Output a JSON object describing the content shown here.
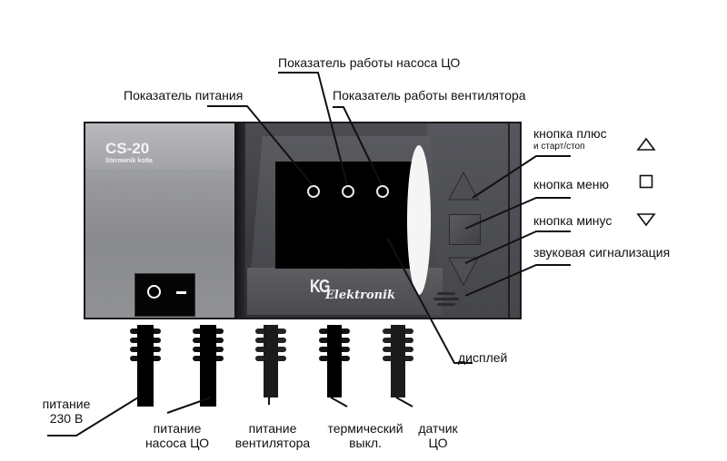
{
  "device": {
    "model": "CS-20",
    "subtitle": "Sterownik kotła",
    "brand_main": "KG",
    "brand_sub": "Elektronik",
    "switch": {
      "on_symbol": "O",
      "off_symbol": "–"
    },
    "indicators": [
      "power",
      "pump",
      "fan"
    ],
    "colors": {
      "body": "#45464a",
      "left_panel": "#9a9b9f",
      "screen": "#000000",
      "led_ring": "#e8e8e8"
    }
  },
  "labels": {
    "top": {
      "power_indicator": "Показатель питания",
      "pump_indicator": "Показатель работы насоса ЦО",
      "fan_indicator": "Показатель работы вентилятора"
    },
    "right": {
      "plus_button": "кнопка плюс",
      "plus_button_sub": "и старт/стоп",
      "menu_button": "кнопка меню",
      "minus_button": "кнопка минус",
      "buzzer": "звуковая сигнализация",
      "display": "дисплей"
    },
    "right_icons": {
      "plus": "triangle-up-icon",
      "menu": "square-icon",
      "minus": "triangle-down-icon"
    },
    "bottom": {
      "power_230_line1": "питание",
      "power_230_line2": "230 В",
      "pump_power_line1": "питание",
      "pump_power_line2": "насоса ЦО",
      "fan_power_line1": "питание",
      "fan_power_line2": "вентилятора",
      "thermal_line1": "термический",
      "thermal_line2": "выкл.",
      "sensor_line1": "датчик",
      "sensor_line2": "ЦО"
    }
  }
}
